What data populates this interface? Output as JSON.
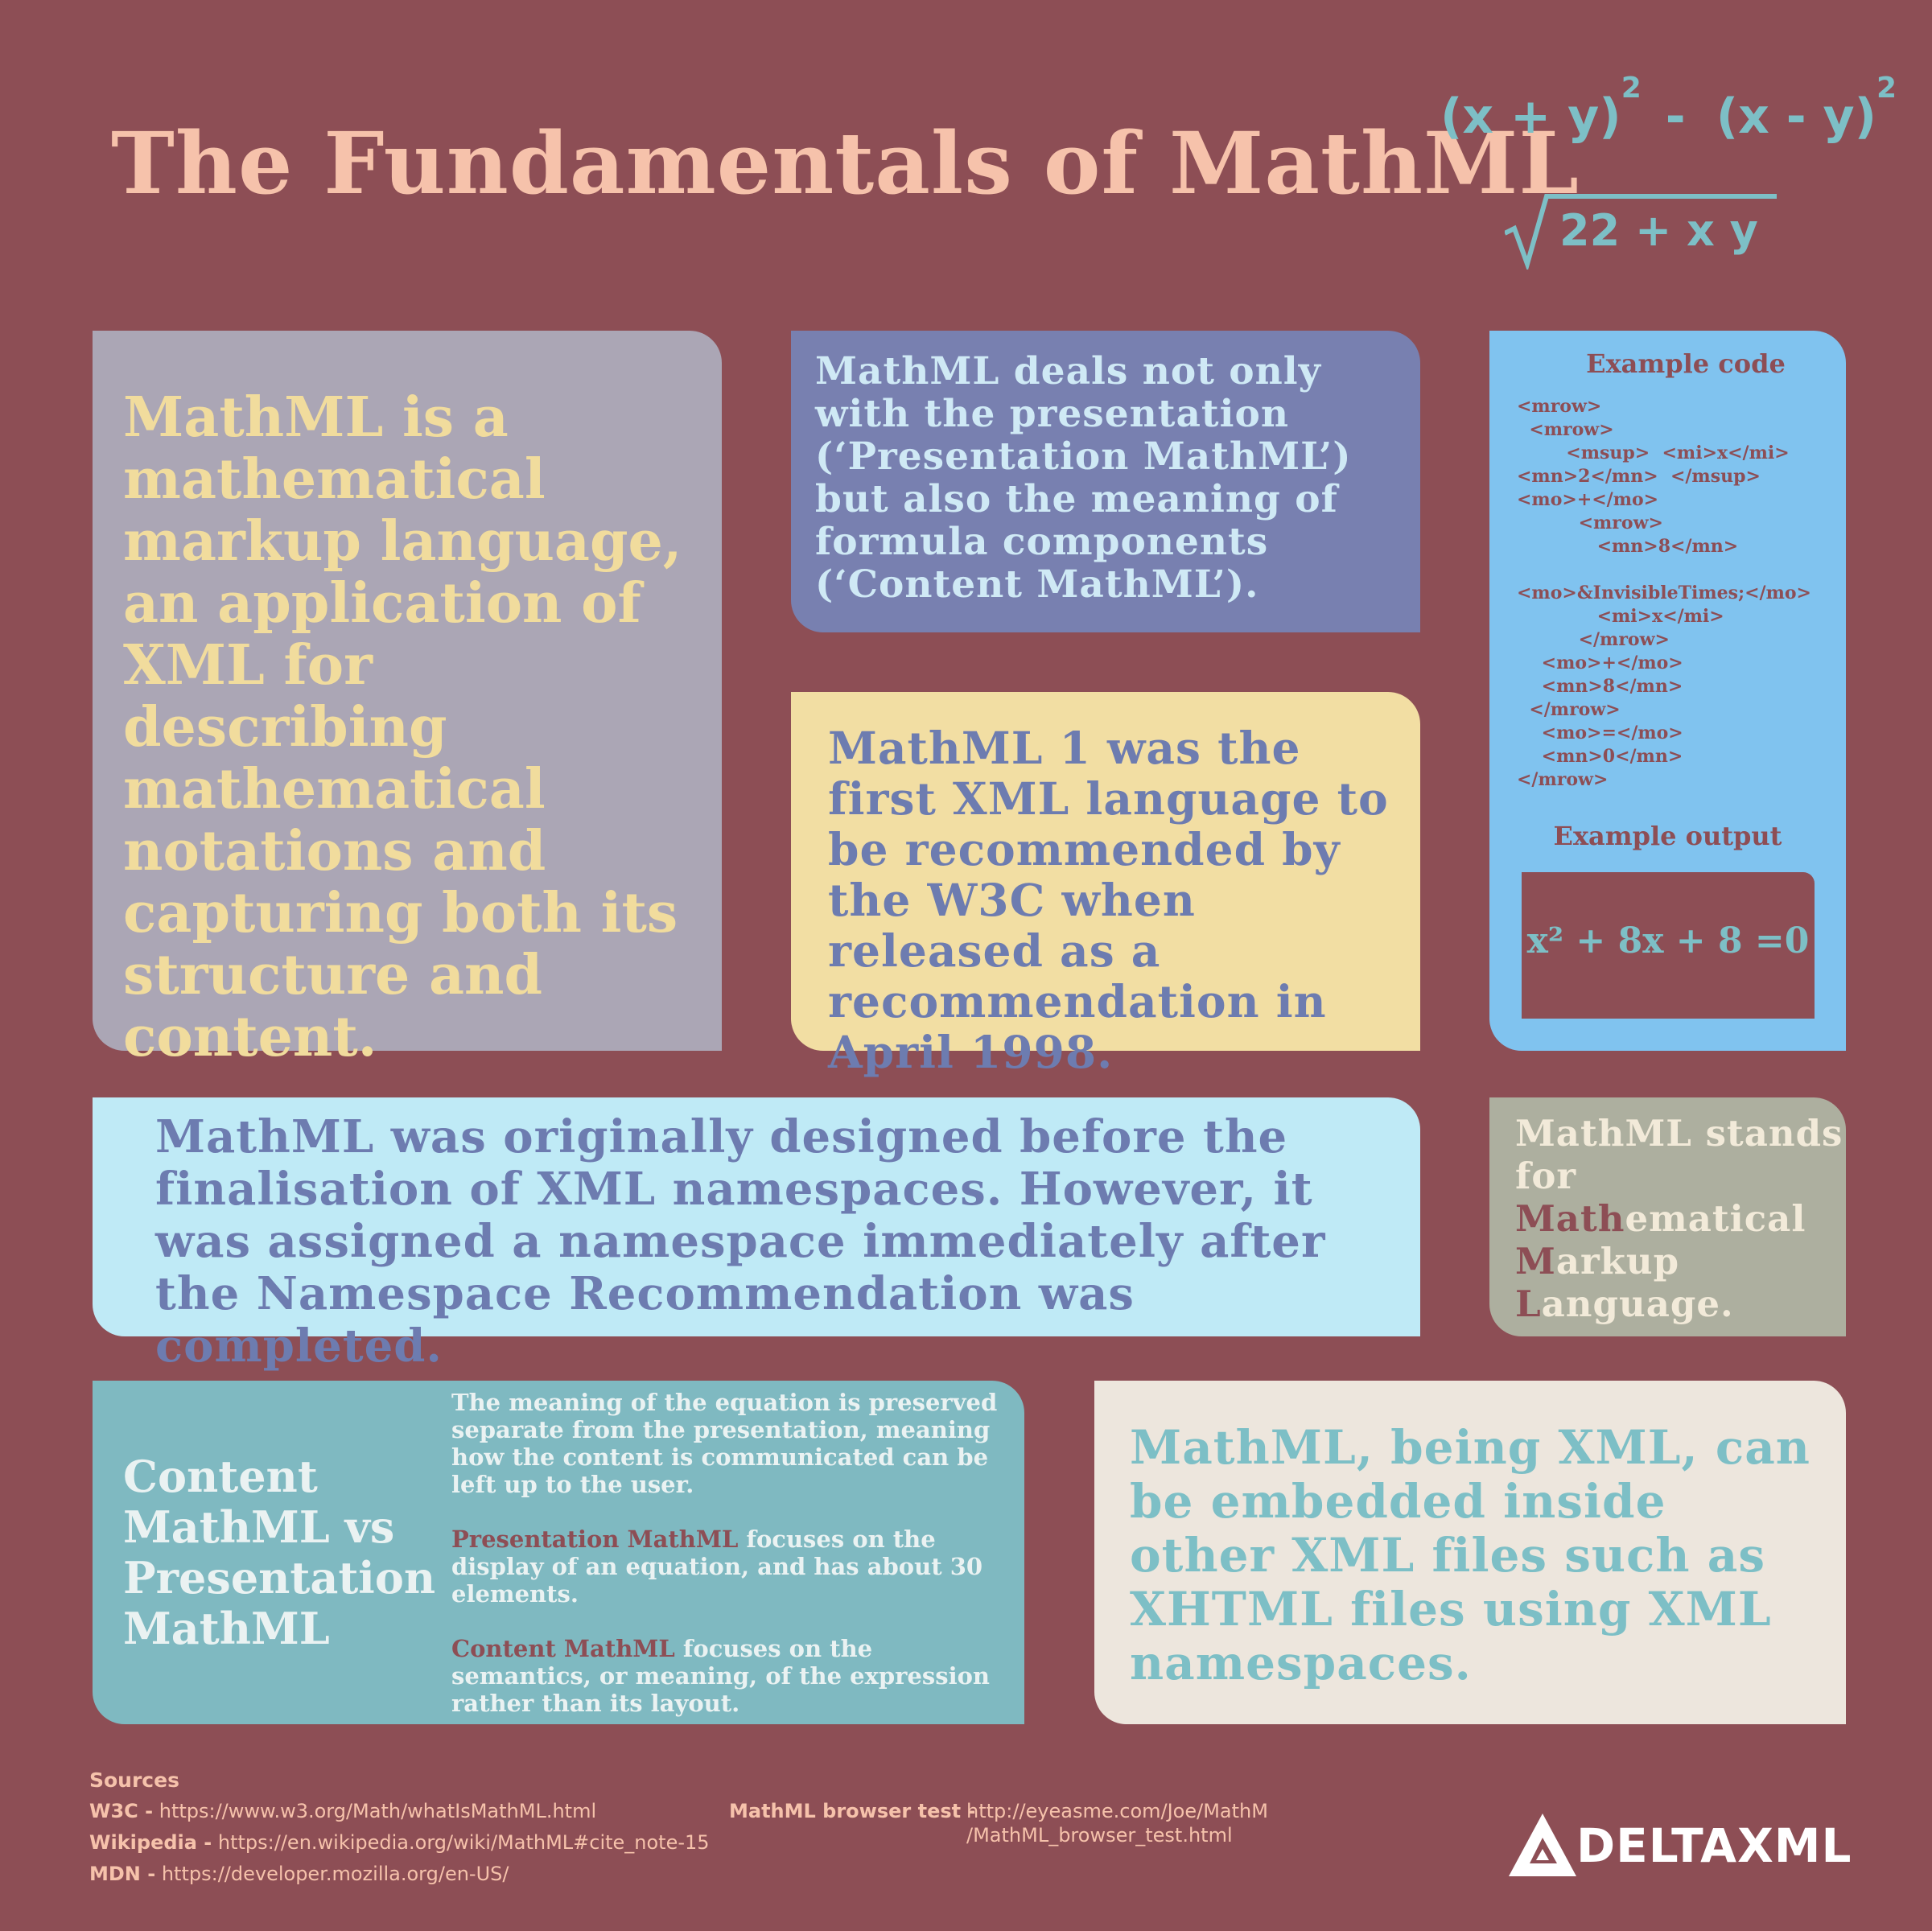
{
  "title": "The Fundamentals of MathML",
  "formula": {
    "term1": "(x + y)",
    "exp1": "2",
    "minus": "-",
    "term2": "(x - y)",
    "exp2": "2",
    "denominator": "22 + x y"
  },
  "card_definition": "MathML is a mathematical markup language, an application of XML for describing mathematical notations and capturing both its structure and content.",
  "card_presentation": "MathML deals not only with the presentation (‘Presentation MathML’) but also the meaning of formula components (‘Content MathML’).",
  "card_history": "MathML 1 was the first XML language to be recommended by the W3C when released as a recommendation in April 1998.",
  "example": {
    "code_heading": "Example code",
    "code": "<mrow>\n  <mrow>\n        <msup>  <mi>x</mi>\n<mn>2</mn>  </msup>\n<mo>+</mo>\n          <mrow>\n             <mn>8</mn>\n\n<mo>&InvisibleTimes;</mo>\n             <mi>x</mi>\n          </mrow>\n    <mo>+</mo>\n    <mn>8</mn>\n  </mrow>\n    <mo>=</mo>\n    <mn>0</mn>\n</mrow>",
    "output_heading": "Example output",
    "output": "x² + 8x + 8 =0"
  },
  "card_namespaces": "MathML was originally designed before the finalisation of XML namespaces. However, it was assigned a namespace immediately after the Namespace Recommendation was completed.",
  "acronym": {
    "intro": "MathML stands for",
    "w1_hl": "Math",
    "w1_rest": "ematical",
    "w2_hl": "M",
    "w2_rest": "arkup",
    "w3_hl": "L",
    "w3_rest": "anguage."
  },
  "content_vs": {
    "heading": "Content MathML vs Presentation MathML",
    "p1": "The meaning of the equation is preserved separate from the presentation, meaning how the content is communicated can be left up to the user.",
    "p2_hl": "Presentation MathML",
    "p2_rest": " focuses on the display of an equation, and has about 30 elements.",
    "p3_hl": "Content MathML",
    "p3_rest": " focuses on the semantics, or meaning, of the expression rather than its layout."
  },
  "card_embedding": "MathML, being XML, can be embedded inside other XML files such as XHTML files using XML namespaces.",
  "sources": {
    "title": "Sources",
    "w3c_label": "W3C -",
    "w3c_url": " https://www.w3.org/Math/whatIsMathML.html",
    "wiki_label": "Wikipedia -",
    "wiki_url": " https://en.wikipedia.org/wiki/MathML#cite_note-15",
    "mdn_label": "MDN -",
    "mdn_url": " https://developer.mozilla.org/en-US/",
    "test_label": "MathML browser test -",
    "test_url1": "http://eyeasme.com/Joe/MathM",
    "test_url2": "/MathML_browser_test.html"
  },
  "logo": "DELTAXML",
  "colors": {
    "background": "#8d4e55",
    "title": "#f6c2ab",
    "teal": "#7dbfc6"
  }
}
